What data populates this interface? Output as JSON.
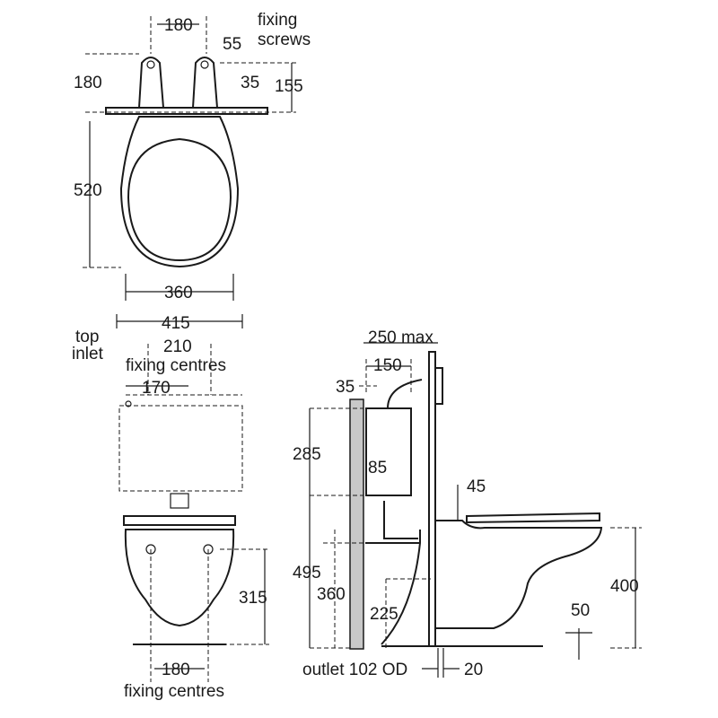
{
  "top_view": {
    "dim_bracket_centres": "180",
    "fixing_screws": "fixing screws",
    "dim_55": "55",
    "dim_180_depth": "180",
    "dim_35": "35",
    "dim_155": "155",
    "dim_520": "520",
    "dim_360": "360"
  },
  "front_view": {
    "dim_415": "415",
    "top_inlet_line1": "top",
    "top_inlet_line2": "inlet",
    "dim_210": "210",
    "fixing_centres_top": "fixing centres",
    "dim_170": "170",
    "dim_315": "315",
    "dim_180": "180",
    "fixing_centres_bottom": "fixing centres"
  },
  "side_view": {
    "dim_250max": "250 max",
    "dim_150": "150",
    "dim_35": "35",
    "dim_285": "285",
    "dim_85": "85",
    "dim_45": "45",
    "dim_495": "495",
    "dim_360": "360",
    "dim_225": "225",
    "dim_400": "400",
    "dim_50": "50",
    "outlet": "outlet 102 OD",
    "dim_20": "20",
    "wall_color": "#c8c8c8"
  }
}
